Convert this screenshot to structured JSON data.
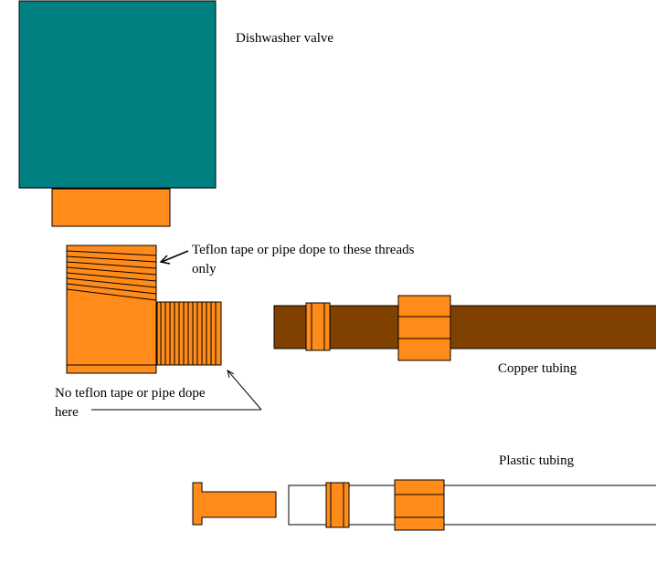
{
  "labels": {
    "dishwasher_valve": "Dishwasher valve",
    "teflon_line1": "Teflon tape or pipe dope to these threads",
    "teflon_line2": "only",
    "no_teflon_line1": "No teflon tape or pipe dope",
    "no_teflon_line2": "here",
    "copper_tubing": "Copper tubing",
    "plastic_tubing": "Plastic tubing"
  },
  "colors": {
    "valve": "#008080",
    "fitting": "#ff8c1a",
    "copper": "#804000",
    "plastic": "#ffffff",
    "outline": "#000000",
    "background": "#ffffff"
  }
}
